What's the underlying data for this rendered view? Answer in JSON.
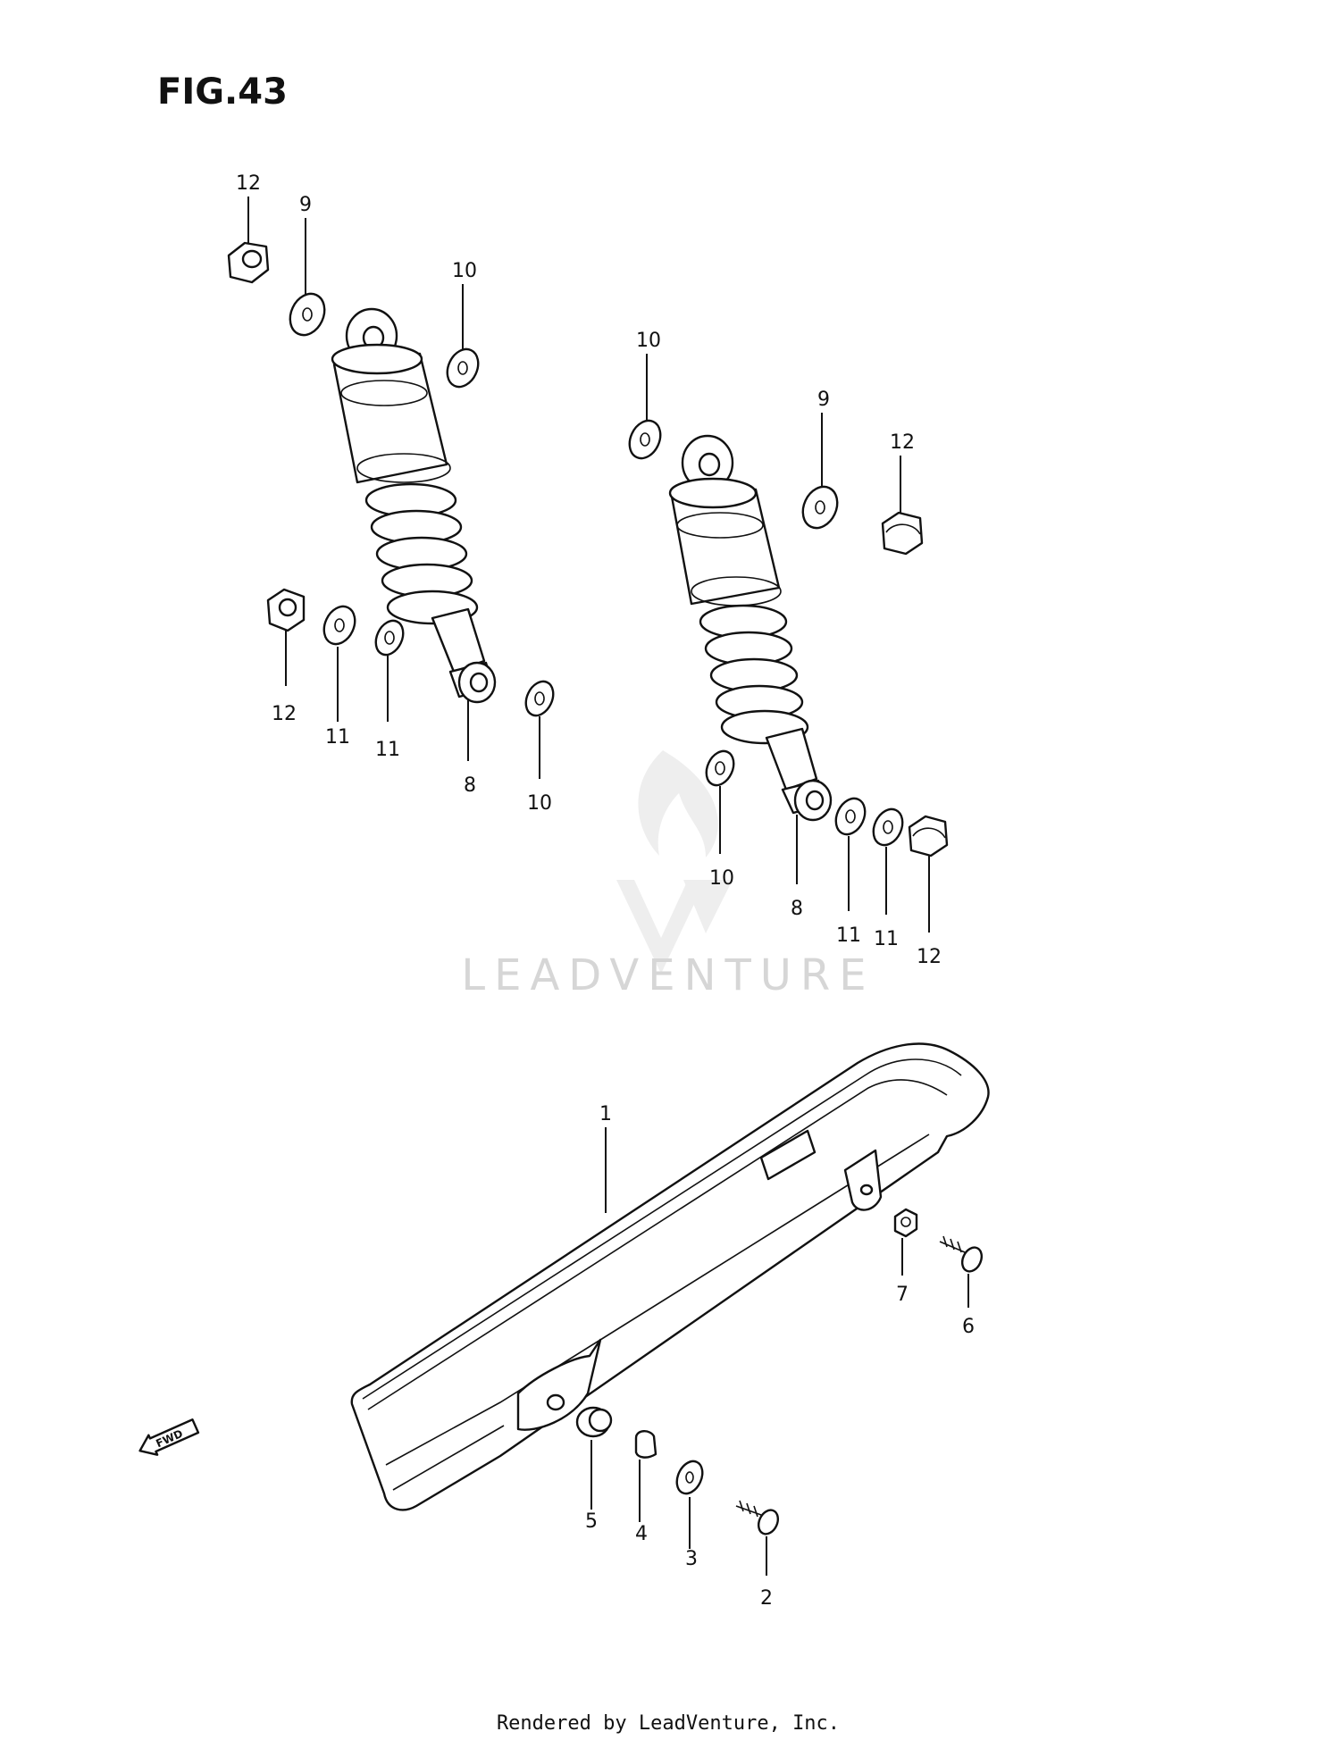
{
  "figure": {
    "title": "FIG.43"
  },
  "callouts": {
    "l_nut_top": "12",
    "l_washer_top": "9",
    "l_washer10_top": "10",
    "l_nut_bot": "12",
    "l_washer11_a": "11",
    "l_washer11_b": "11",
    "l_shock": "8",
    "l_washer10_bot": "10",
    "r_washer10_top": "10",
    "r_washer_top": "9",
    "r_nut_top": "12",
    "r_washer10_bot": "10",
    "r_shock": "8",
    "r_washer11_a": "11",
    "r_washer11_b": "11",
    "r_nut_bot": "12",
    "chain_case": "1",
    "bolt_front": "2",
    "washer_front": "3",
    "collar": "4",
    "grommet": "5",
    "bolt_rear": "6",
    "nut_rear": "7"
  },
  "fwd_arrow": "FWD",
  "watermark": "LEADVENTURE",
  "footer": "Rendered by LeadVenture, Inc."
}
